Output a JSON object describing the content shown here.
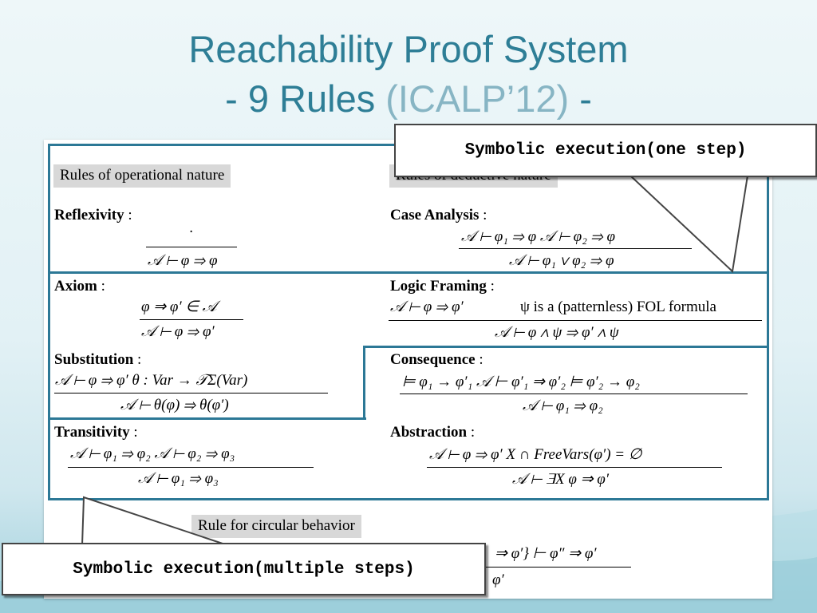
{
  "slide": {
    "title_line1": "Reachability Proof System",
    "title_line2_pre": "- 9 Rules ",
    "title_line2_paren": "(ICALP’12)",
    "title_line2_post": " -"
  },
  "sections": {
    "operational": "Rules of operational nature",
    "deductive": "Rules of deductive nature",
    "circular": "Rule for circular behavior"
  },
  "rules": {
    "reflexivity": {
      "name": "Reflexivity",
      "premise": "·",
      "conclusion": "𝒜 ⊢ φ ⇒ φ"
    },
    "case_analysis": {
      "name": "Case Analysis",
      "premise": "𝒜 ⊢ φ₁ ⇒ φ      𝒜 ⊢ φ₂ ⇒ φ",
      "conclusion": "𝒜 ⊢ φ₁ ∨ φ₂ ⇒ φ"
    },
    "axiom": {
      "name": "Axiom",
      "premise": "φ ⇒ φ′  ∈  𝒜",
      "conclusion": "𝒜 ⊢ φ ⇒ φ′"
    },
    "logic_framing": {
      "name": "Logic Framing",
      "premise_a": "𝒜 ⊢ φ ⇒ φ′",
      "premise_b": "ψ is a (patternless) FOL formula",
      "conclusion": "𝒜 ⊢ φ ∧ ψ ⇒ φ′ ∧ ψ"
    },
    "substitution": {
      "name": "Substitution",
      "premise": "𝒜 ⊢ φ ⇒ φ′      θ : Var → 𝒯Σ(Var)",
      "conclusion": "𝒜 ⊢ θ(φ) ⇒ θ(φ′)"
    },
    "consequence": {
      "name": "Consequence",
      "premise": "⊨ φ₁ → φ′₁       𝒜 ⊢ φ′₁ ⇒ φ′₂       ⊨ φ′₂ → φ₂",
      "conclusion": "𝒜 ⊢ φ₁ ⇒ φ₂"
    },
    "transitivity": {
      "name": "Transitivity",
      "premise": "𝒜 ⊢ φ₁ ⇒ φ₂       𝒜 ⊢ φ₂ ⇒ φ₃",
      "conclusion": "𝒜 ⊢ φ₁ ⇒ φ₃"
    },
    "abstraction": {
      "name": "Abstraction",
      "premise": "𝒜 ⊢ φ ⇒ φ′       X ∩ FreeVars(φ′) = ∅",
      "conclusion": "𝒜 ⊢ ∃X φ ⇒ φ′"
    },
    "circularity": {
      "premise_fragment": "⇒ φ′} ⊢ φ″ ⇒ φ′",
      "conclusion_fragment": "φ′"
    }
  },
  "callouts": {
    "one_step": "Symbolic execution(one step)",
    "multi_step": "Symbolic execution(multiple steps)"
  },
  "colors": {
    "title": "#2e7e96",
    "title_paren": "#87b5c4",
    "highlight": "#2c7896",
    "section_bg": "#d8d8d8"
  }
}
